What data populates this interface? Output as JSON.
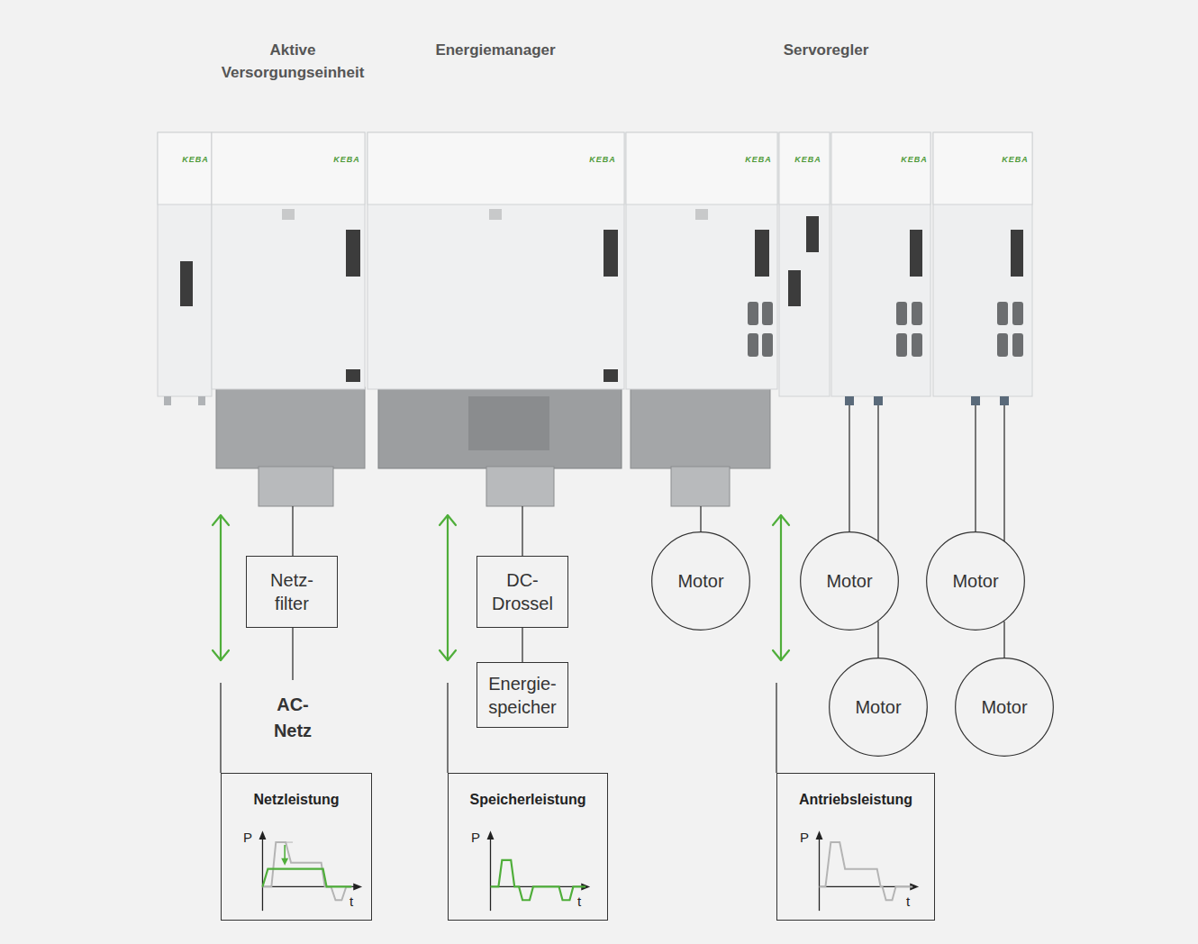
{
  "diagram": {
    "nodes": [
      {
        "text": [
          "Netz- filter"
        ]
      },
      {
        "text": [
          "DC- Drossel"
        ]
      },
      {
        "text": [
          "Motor"
        ]
      },
      {
        "text": [
          "Motor"
        ]
      },
      {
        "text": [
          "Motor"
        ]
      },
      {
        "text": [
          "Energie- speicher"
        ]
      },
      {
        "text": [
          "Motor"
        ]
      },
      {
        "text": [
          "Motor"
        ]
      },
      {
        "text": [
          "Netzleistung",
          "P",
          "t"
        ]
      },
      {
        "text": [
          "Speicherleistung",
          "P",
          "t"
        ]
      },
      {
        "text": [
          "Antriebsleistung",
          "P",
          "t"
        ]
      }
    ],
    "edges": [
      {
        "from": 1,
        "to": 5,
        "arrow": "none"
      },
      {
        "from": 3,
        "to": 6,
        "arrow": "none"
      },
      {
        "from": 4,
        "to": 7,
        "arrow": "none"
      }
    ],
    "labels": [
      "Aktive Versorgungseinheit",
      "Energiemanager",
      "Servoregler",
      "KEBA",
      "KEBA",
      "KEBA",
      "KEBA",
      "KEBA",
      "KEBA",
      "KEBA",
      "AC- Netz"
    ]
  }
}
